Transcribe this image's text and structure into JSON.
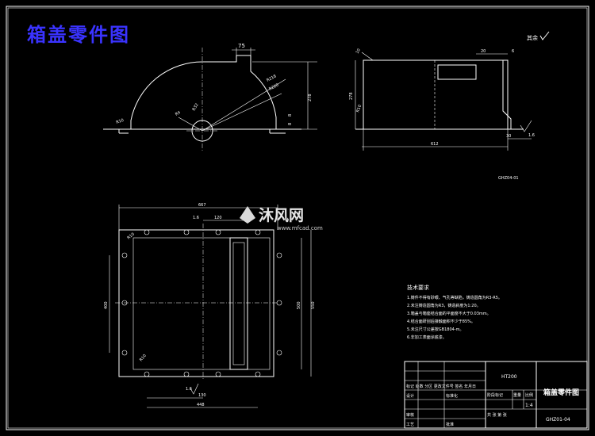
{
  "drawing_title": "箱盖零件图",
  "roughness_note": "其余",
  "watermark": {
    "brand": "沐风网",
    "url": "www.mfcad.com"
  },
  "small_label": "GHZ04-01",
  "view_top": {
    "dims": {
      "d1": "75",
      "d2": "R218",
      "d3": "R220",
      "d4": "R4",
      "d5": "R10",
      "d6": "R32",
      "d7": "278",
      "d8": "8",
      "d9": "8"
    }
  },
  "view_side": {
    "dims": {
      "d1": "10",
      "d2": "20",
      "d3": "278",
      "d4": "R10",
      "d5": "612",
      "d6": "30",
      "d7": "1.6",
      "d8": "6"
    }
  },
  "view_plan": {
    "dims": {
      "d1": "667",
      "d2": "120",
      "d3": "1.6",
      "d4": "R10",
      "d5": "400",
      "d6": "500",
      "d7": "550",
      "d8": "R10",
      "d9": "130",
      "d10": "448",
      "d11": "1.6"
    }
  },
  "tech_req": {
    "heading": "技术要求",
    "items": [
      "1.铸件不得有砂眼、气孔等缺陷，铸造圆角为R3-R5。",
      "2.未注铸造圆角为R3，铸造斜度为1:20。",
      "3.箱盖与箱座结合面的平面度不大于0.03mm。",
      "4.结合面研刮后接触面积不少于85%。",
      "5.未注尺寸公差按GB1804-m。",
      "6.非加工表面涂底漆。"
    ]
  },
  "title_block": {
    "material": "HT200",
    "part_name": "箱盖零件图",
    "scale": "1:4",
    "drawing_no": "GHZ01-04",
    "header_row": "标记 处数 分区 更改文件号 签名 年月日",
    "design": "设计",
    "standardize": "标准化",
    "review": "审核",
    "process": "工艺",
    "approve": "批准",
    "stage_mark": "阶段标记",
    "weight": "重量",
    "ratio": "比例",
    "sheets": "共 张 第 张"
  }
}
